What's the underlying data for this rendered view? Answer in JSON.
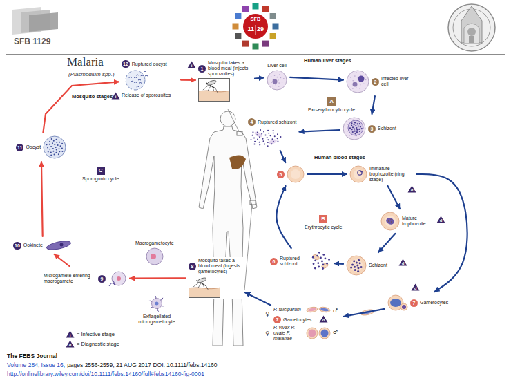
{
  "diagram": {
    "title": "Malaria",
    "nodes": [
      {
        "text": [
          "1",
          "Mosquito takes a blood meal (injects sporozoites)"
        ]
      },
      {
        "text": [
          "Liver cell"
        ]
      },
      {
        "text": [
          "2",
          "Infected liver cell"
        ]
      },
      {
        "text": [
          "3",
          "Schizont"
        ]
      },
      {
        "text": [
          "4",
          "Ruptured schizont"
        ]
      },
      {
        "text": [
          "5"
        ]
      },
      {
        "text": [
          "Immature trophozoite (ring stage)"
        ]
      },
      {
        "text": [
          "Mature trophozoite"
        ]
      },
      {
        "text": [
          "Schizont"
        ]
      },
      {
        "text": [
          "6",
          "Ruptured schizont"
        ]
      },
      {
        "text": [
          "7",
          "Gametocytes"
        ]
      },
      {
        "text": [
          "P. falciparum",
          "7",
          "Gametocytes",
          "P. vivax P. ovale P. malariae"
        ]
      },
      {
        "text": [
          "8",
          "Mosquito takes a blood meal (ingests gametocytes)"
        ]
      },
      {
        "text": [
          "Exflagellated microgametocyte"
        ]
      },
      {
        "text": [
          "Macrogametocyte"
        ]
      },
      {
        "text": [
          "9",
          "Microgamete entering macrogamete"
        ]
      },
      {
        "text": [
          "10",
          "Ookinete"
        ]
      },
      {
        "text": [
          "11",
          "Oocyst"
        ]
      },
      {
        "text": [
          "12",
          "Ruptured oocyst",
          "Release of sporozoites"
        ]
      },
      {
        "text": [
          "A",
          "Exo-erythrocytic cycle"
        ]
      },
      {
        "text": [
          "B",
          "Erythrocytic cycle"
        ]
      },
      {
        "text": [
          "C",
          "Sporogonic cycle"
        ]
      }
    ],
    "edges": [
      {
        "from": 0,
        "to": 1,
        "arrow": "to"
      },
      {
        "from": 1,
        "to": 2,
        "arrow": "to"
      },
      {
        "from": 2,
        "to": 3,
        "arrow": "to"
      },
      {
        "from": 3,
        "to": 4,
        "arrow": "to"
      },
      {
        "from": 4,
        "to": 5,
        "arrow": "to"
      },
      {
        "from": 5,
        "to": 6,
        "arrow": "to"
      },
      {
        "from": 6,
        "to": 7,
        "arrow": "to"
      },
      {
        "from": 7,
        "to": 8,
        "arrow": "to"
      },
      {
        "from": 8,
        "to": 9,
        "arrow": "to"
      },
      {
        "from": 9,
        "to": 5,
        "arrow": "to"
      },
      {
        "from": 6,
        "to": 10,
        "arrow": "to"
      },
      {
        "from": 10,
        "to": 11,
        "arrow": "to"
      },
      {
        "from": 11,
        "to": 12,
        "arrow": "to"
      },
      {
        "from": 12,
        "to": 15,
        "arrow": "to"
      },
      {
        "from": 15,
        "to": 16,
        "arrow": "to"
      },
      {
        "from": 16,
        "to": 17,
        "arrow": "to"
      },
      {
        "from": 17,
        "to": 18,
        "arrow": "to"
      },
      {
        "from": 18,
        "to": 0,
        "arrow": "to"
      }
    ],
    "labels": [
      "SFB 1129",
      "SFB",
      "11",
      "29",
      "(Plasmodium spp.)",
      "Mosquito stages",
      "Human liver stages",
      "Human blood stages",
      "i",
      "i",
      "d",
      "d",
      "d",
      "d",
      "d",
      "♀",
      "♂",
      "♀",
      "♂",
      "i",
      "d",
      "The FEBS Journal",
      "Volume 284, Issue 16,",
      "pages 2556-2559, 21 AUG 2017 DOI: 10.1111/febs.14160",
      "http://onlinelibrary.wiley.com/doi/10.1111/febs.14160/full#febs14160-fig-0001"
    ],
    "legend": [
      {
        "text": "= Infective stage"
      },
      {
        "text": "= Diagnostic stage"
      }
    ]
  }
}
